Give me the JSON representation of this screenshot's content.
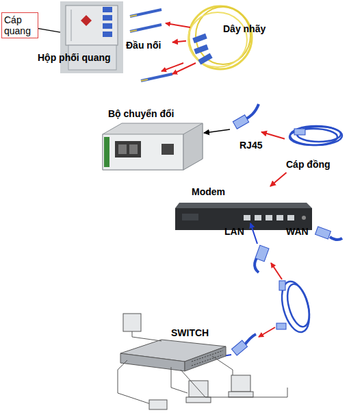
{
  "diagram": {
    "nodes": [
      {
        "text": [
          "Cáp quang"
        ]
      },
      {
        "text": [
          "Hộp phối quang"
        ]
      },
      {
        "text": [
          "Đầu nối"
        ]
      },
      {
        "text": [
          "Dây nhãy"
        ]
      },
      {
        "text": [
          "Bộ chuyển đổi"
        ]
      },
      {
        "text": [
          "RJ45"
        ]
      },
      {
        "text": [
          "Cáp đồng"
        ]
      },
      {
        "text": [
          "Modem"
        ]
      },
      {
        "text": [
          "SWITCH"
        ]
      }
    ],
    "edges": [
      {
        "from": 0,
        "to": 1,
        "arrow": "none"
      },
      {
        "from": 3,
        "to": 2,
        "arrow": "to"
      },
      {
        "from": 6,
        "to": 5,
        "arrow": "to"
      },
      {
        "from": 5,
        "to": 4,
        "arrow": "to"
      },
      {
        "from": 6,
        "to": 7,
        "arrow": "to"
      }
    ],
    "labels": [
      "LAN",
      "WAN"
    ]
  }
}
